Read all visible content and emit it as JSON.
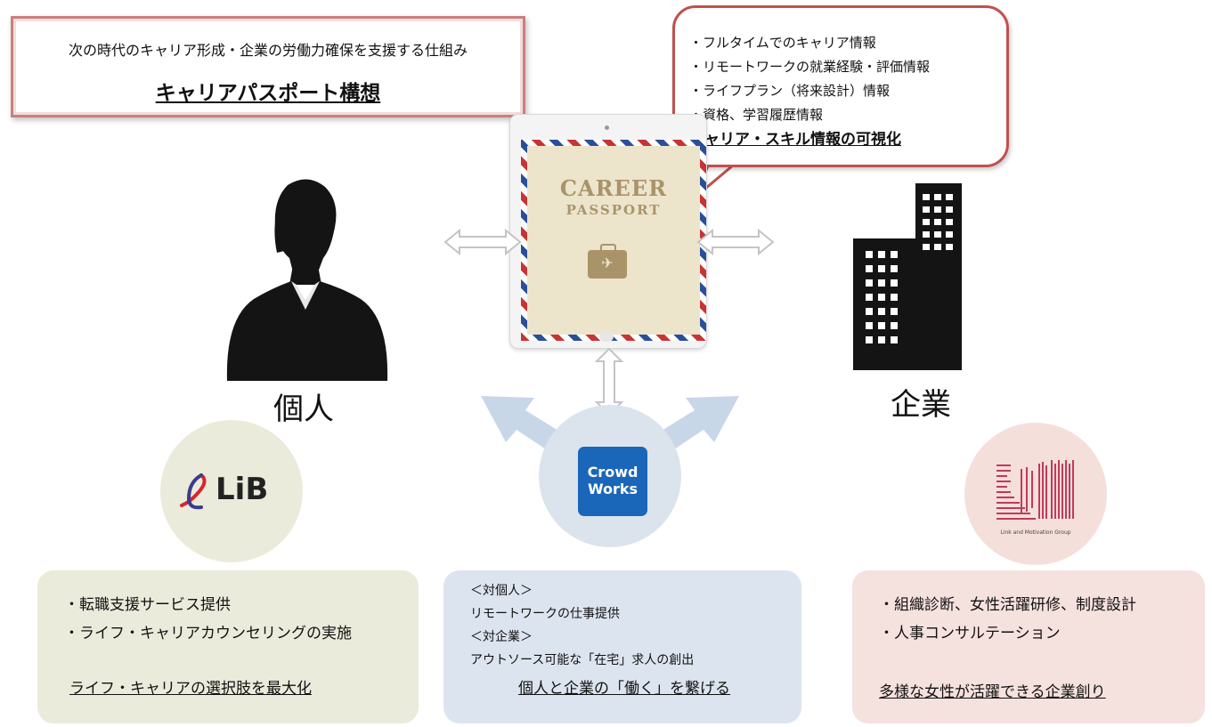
{
  "title": {
    "subtitle": "次の時代のキャリア形成・企業の労働力確保を支援する仕組み",
    "main": "キャリアパスポート構想"
  },
  "bubble": {
    "items": [
      "・フルタイムでのキャリア情報",
      "・リモートワークの就業経験・評価情報",
      "・ライフプラン（将来設計）情報",
      "・資格、学習履歴情報"
    ],
    "emphasis": "キャリア・スキル情報の可視化"
  },
  "passport": {
    "line1": "CAREER",
    "line2": "PASSPORT"
  },
  "individual_label": "個人",
  "company_label": "企業",
  "logos": {
    "lib": "LiB",
    "crowdworks_1": "Crowd",
    "crowdworks_2": "Works",
    "lm": "Link and Motivation Group"
  },
  "panel_left": {
    "item1": "・転職支援サービス提供",
    "item2": "・ライフ・キャリアカウンセリングの実施",
    "summary": "ライフ・キャリアの選択肢を最大化"
  },
  "panel_mid": {
    "head1": "＜対個人＞",
    "text1": "リモートワークの仕事提供",
    "head2": "＜対企業＞",
    "text2": "アウトソース可能な「在宅」求人の創出",
    "summary": "個人と企業の「働く」を繋げる"
  },
  "panel_right": {
    "item1": "・組織診断、女性活躍研修、制度設計",
    "item2": "・人事コンサルテーション",
    "summary": "多様な女性が活躍できる企業創り"
  },
  "colors": {
    "bubble_border": "#c0504d",
    "crowdworks_blue": "#1a66b8",
    "lm_pink": "#c03a5a",
    "lib_red": "#d8262d"
  }
}
